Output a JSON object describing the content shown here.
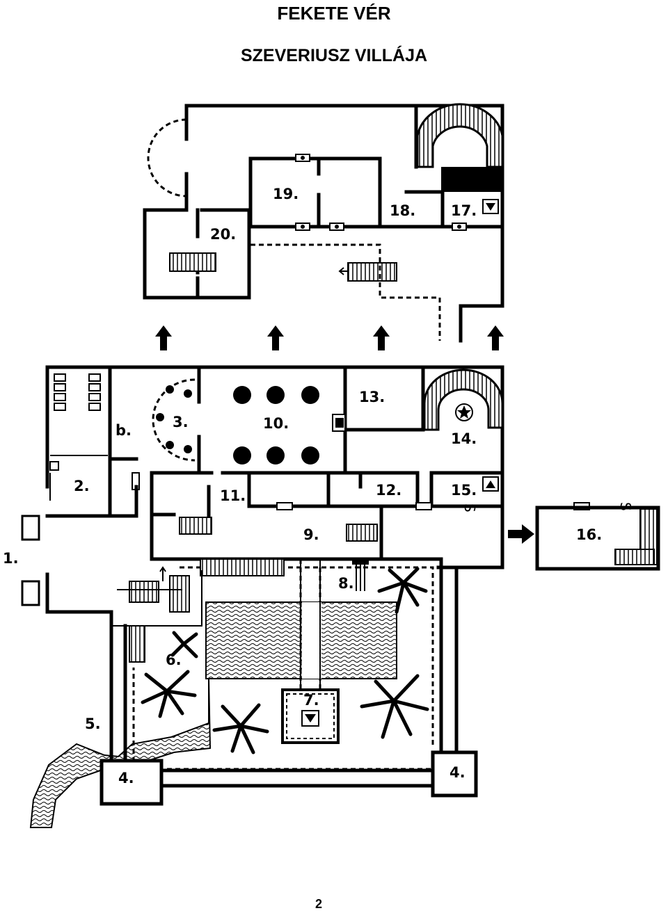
{
  "title": "FEKETE VÉR",
  "subtitle": "SZEVERIUSZ VILLÁJA",
  "page_number": "2",
  "rooms": {
    "r1": "1.",
    "r2": "2.",
    "rb": "b.",
    "r3": "3.",
    "r4a": "4.",
    "r4b": "4.",
    "r5": "5.",
    "r6": "6.",
    "r7": "7.",
    "r8": "8.",
    "r9": "9.",
    "r10": "10.",
    "r11": "11.",
    "r12": "12.",
    "r13": "13.",
    "r14": "14.",
    "r15": "15.",
    "r16": "16.",
    "r17": "17.",
    "r18": "18.",
    "r19": "19.",
    "r20": "20."
  },
  "icons": [
    "up-arrow-icon",
    "down-triangle-icon",
    "up-triangle-icon",
    "star-icon",
    "right-arrow-icon",
    "tree-icon",
    "staircase-icon",
    "spiral-staircase-icon",
    "water-icon"
  ],
  "colors": {
    "ink": "#000000",
    "paper": "#ffffff"
  }
}
